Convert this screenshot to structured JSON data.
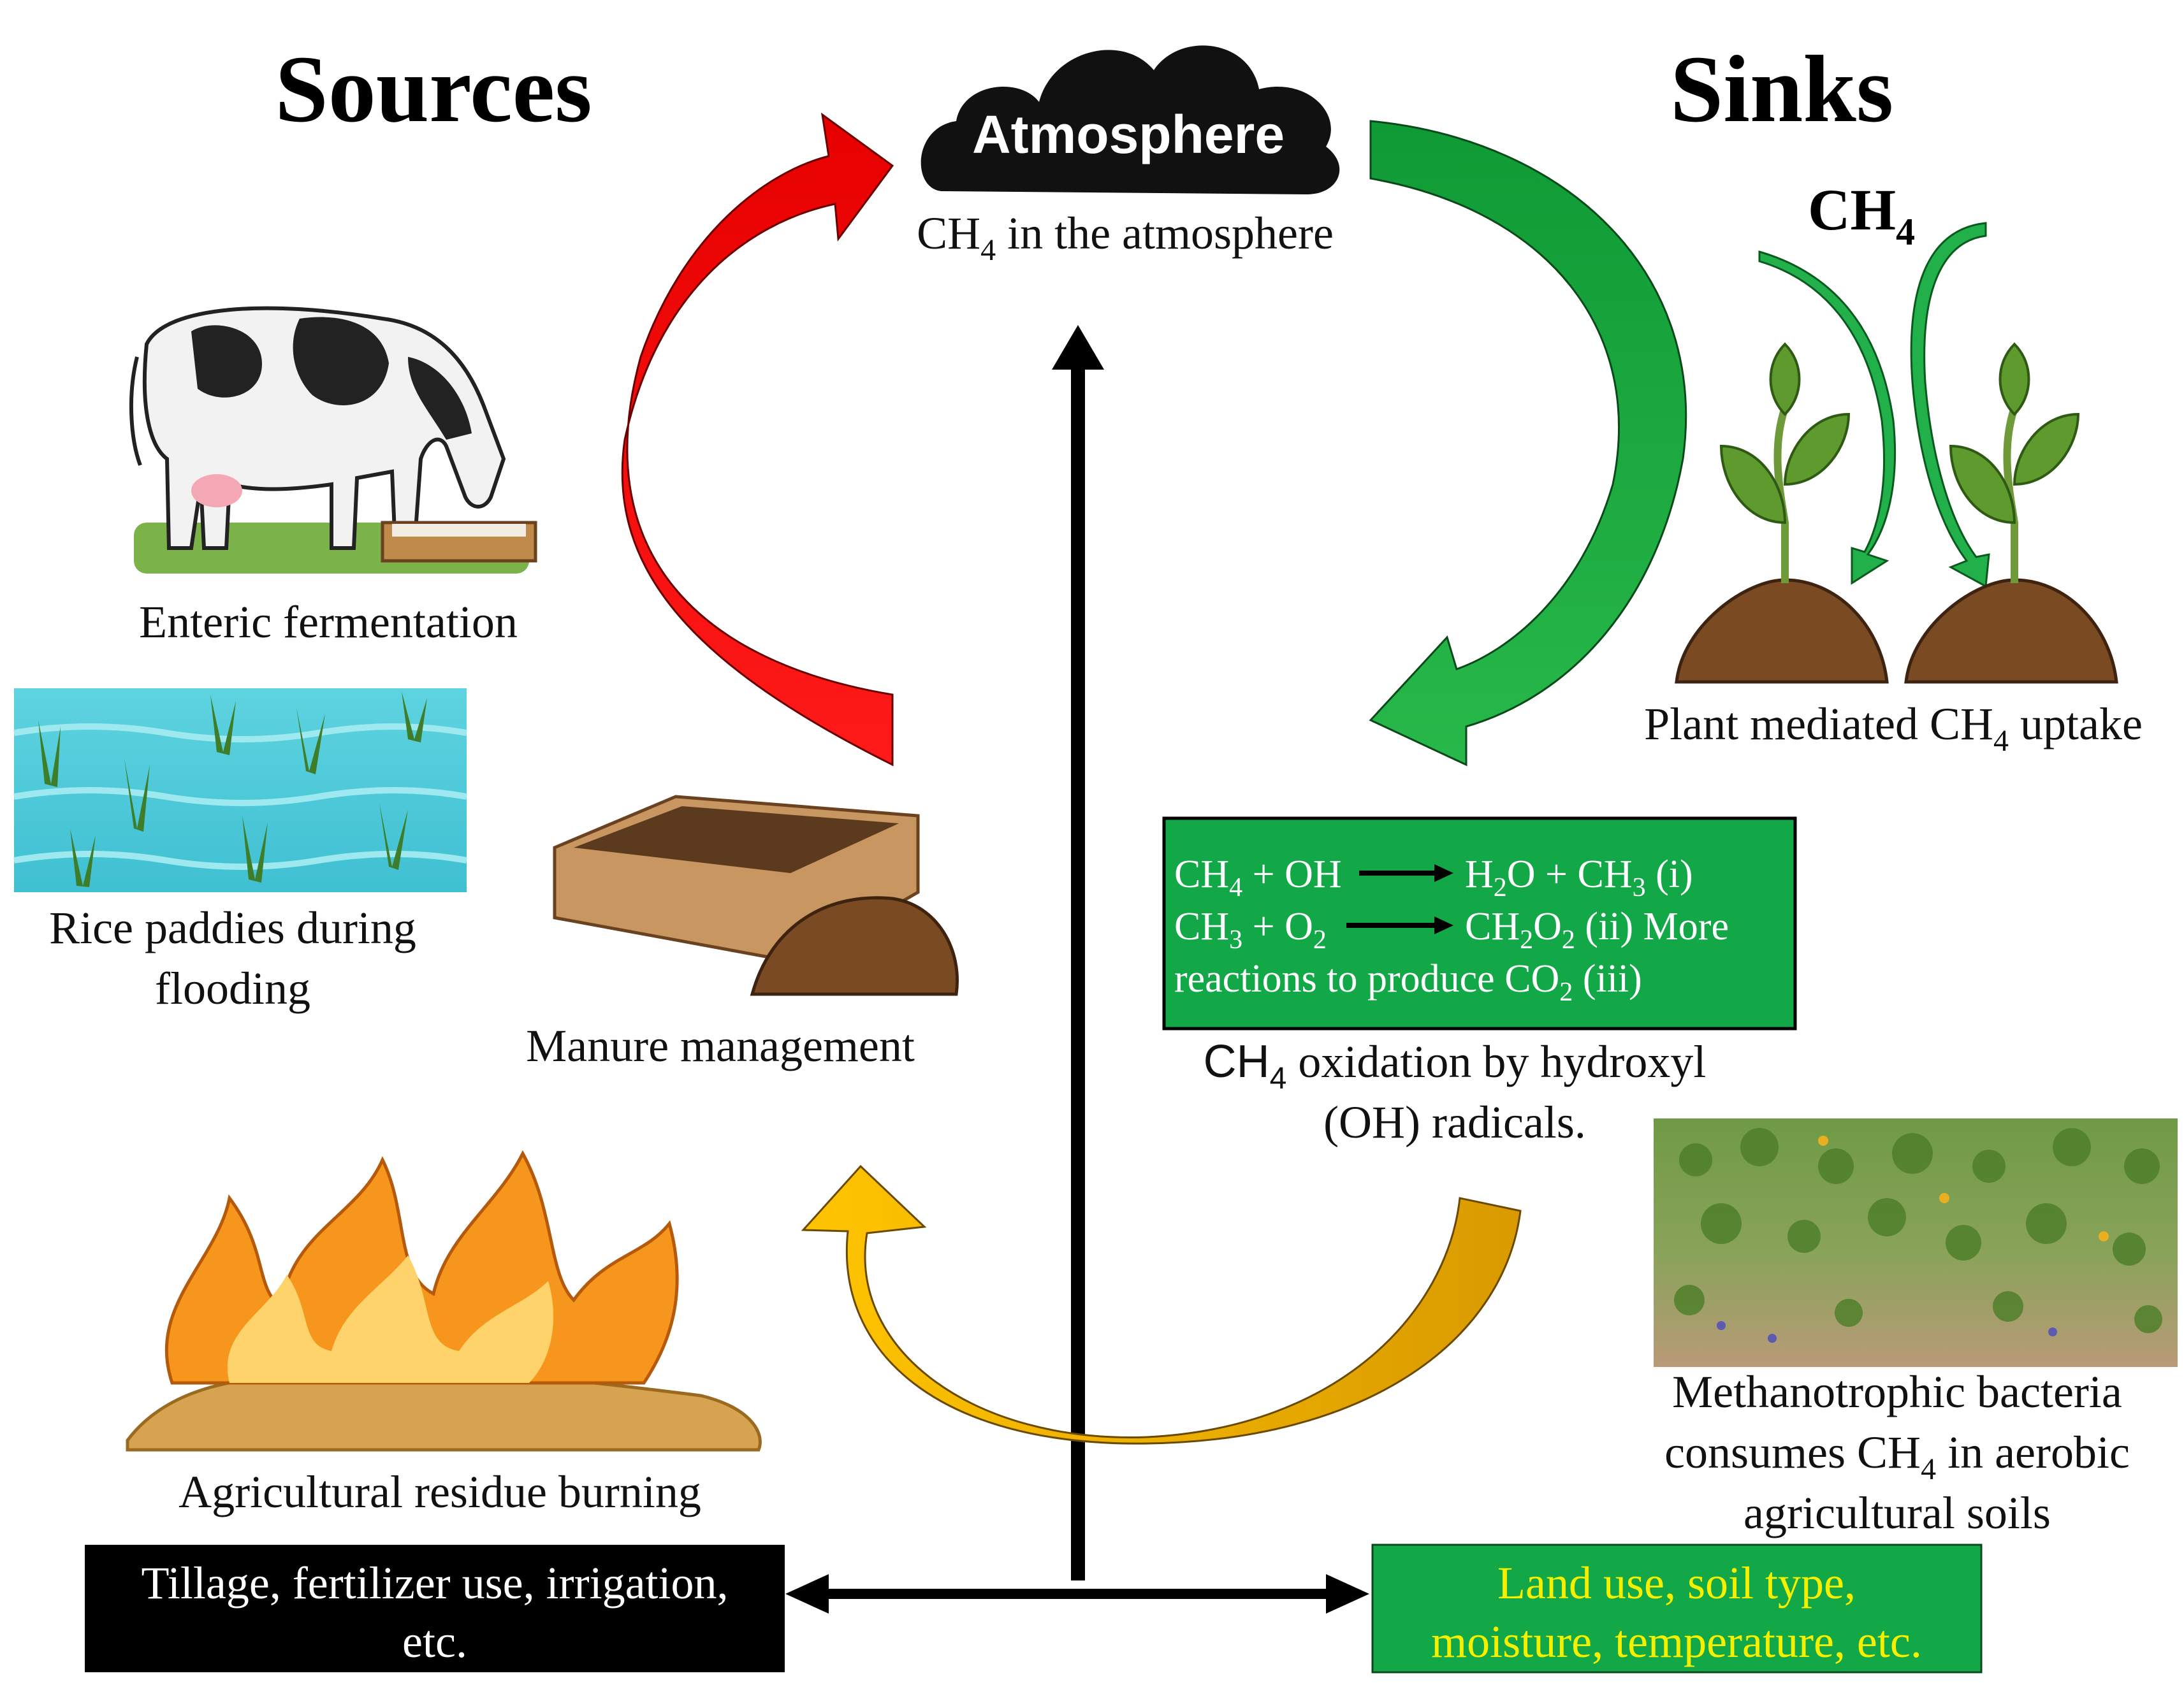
{
  "headings": {
    "sources": "Sources",
    "sinks": "Sinks"
  },
  "atmosphere": {
    "cloud_label": "Atmosphere",
    "ch4_main": "CH",
    "ch4_sub": "4",
    "caption_rest": " in the atmosphere"
  },
  "sources": {
    "enteric": "Enteric fermentation",
    "rice_line1": "Rice paddies during",
    "rice_line2": "flooding",
    "manure": "Manure management",
    "burning": "Agricultural residue burning",
    "practices_line1": "Tillage, fertilizer use, irrigation,",
    "practices_line2": "etc."
  },
  "sinks": {
    "ch4_main": "CH",
    "ch4_sub": "4",
    "plant_pre": "Plant mediated CH",
    "plant_sub": "4",
    "plant_post": " uptake",
    "reactions": {
      "r1_a": "CH",
      "r1_a_sub": "4",
      "r1_b": " + OH",
      "r1_c": "H",
      "r1_c_sub": "2",
      "r1_d": "O + CH",
      "r1_d_sub": "3",
      "r1_e": "  (i)",
      "r2_a": "CH",
      "r2_a_sub": "3",
      "r2_b": " + O",
      "r2_b_sub": "2",
      "r2_c": "CH",
      "r2_c_sub": "2",
      "r2_d": "O",
      "r2_d_sub": "2",
      "r2_e": "   (ii) More",
      "r3_a": "reactions to produce CO",
      "r3_a_sub": "2",
      "r3_b": "  (iii)"
    },
    "oxidation_a": "CH",
    "oxidation_sub": "4",
    "oxidation_b": " oxidation by hydroxyl",
    "oxidation_line2": "(OH) radicals.",
    "methano_line1": "Methanotrophic bacteria",
    "methano_line2_a": "consumes CH",
    "methano_line2_sub": "4",
    "methano_line2_b": " in aerobic",
    "methano_line3": "agricultural soils",
    "factors_line1": "Land use, soil type,",
    "factors_line2": "moisture, temperature, etc."
  },
  "colors": {
    "source_arrow": "#ee0000",
    "sink_arrow": "#1aa03a",
    "soil_arrow": "#e0a800",
    "reaction_box": "#13a847",
    "factors_text": "#f5f000",
    "practices_box": "#000000"
  },
  "icons": {
    "cow": "cow-icon",
    "rice": "rice-paddy-icon",
    "manure": "manure-tray-icon",
    "fire": "fire-icon",
    "plants": "plant-icon",
    "field": "field-photo-icon",
    "cloud": "cloud-icon"
  }
}
